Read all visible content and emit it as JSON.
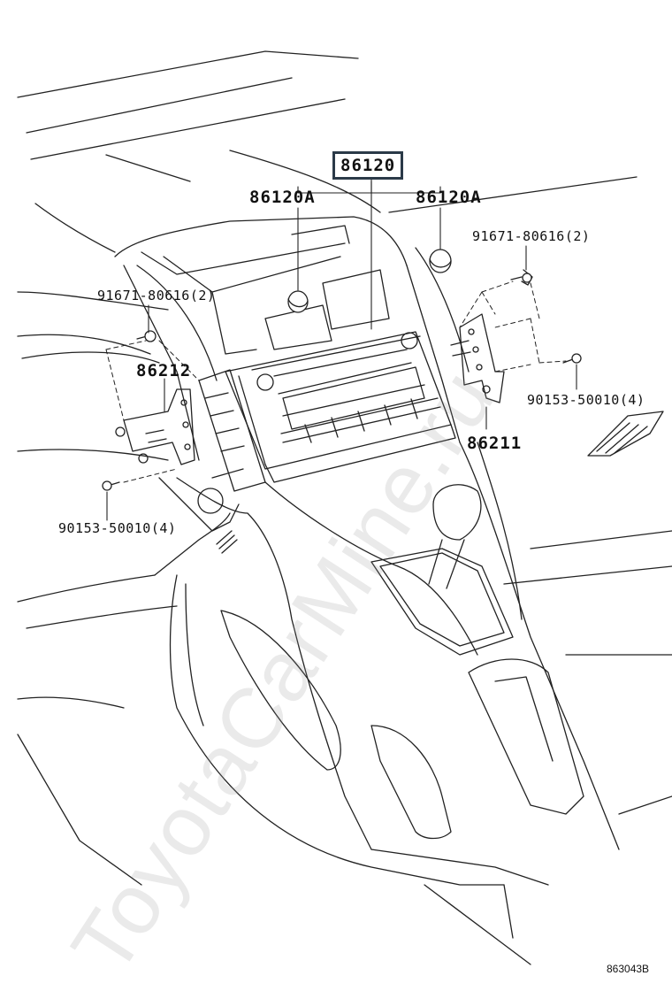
{
  "diagram": {
    "main_part": "86120",
    "labels": {
      "cushion_left": "86120A",
      "cushion_right": "86120A",
      "screw_right_top": "91671-80616(2)",
      "screw_left_top": "91671-80616(2)",
      "bracket_left": "86212",
      "bracket_right": "86211",
      "bolt_right": "90153-50010(4)",
      "bolt_left": "90153-50010(4)"
    },
    "diagram_code": "863043B",
    "watermark": "ToyotaCarMine.ru",
    "line_color": "#222222",
    "highlight_color": "#2b3a48"
  }
}
